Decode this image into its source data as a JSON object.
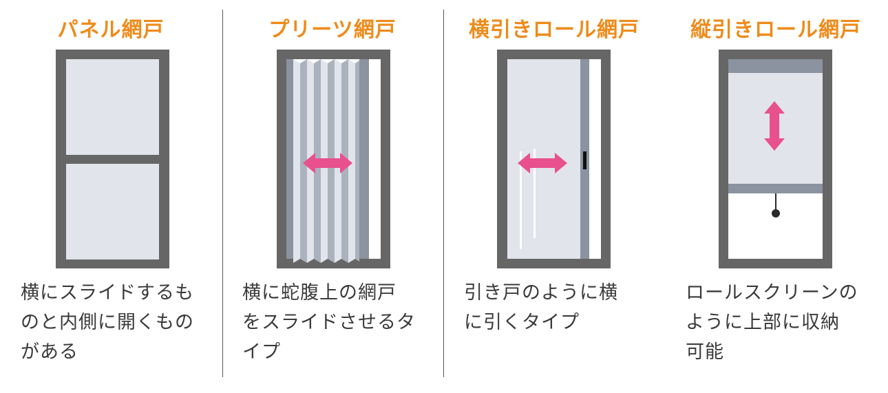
{
  "colors": {
    "title": "#ed8b1a",
    "frame": "#666666",
    "screen": "#e1e4ea",
    "rail": "#8b93a0",
    "arrow": "#e8508e",
    "text": "#3a3a3a"
  },
  "panels": [
    {
      "title": "パネル網戸",
      "desc": [
        "横にスライドするも",
        "のと内側に開くもの",
        "がある"
      ]
    },
    {
      "title": "プリーツ網戸",
      "desc": [
        "横に蛇腹上の網戸",
        "をスライドさせるタ",
        "イプ"
      ]
    },
    {
      "title": "横引きロール網戸",
      "desc": [
        "引き戸のように横",
        "に引くタイプ"
      ]
    },
    {
      "title": "縦引きロール網戸",
      "desc": [
        "ロールスクリーンの",
        "ように上部に収納",
        "可能"
      ]
    }
  ]
}
